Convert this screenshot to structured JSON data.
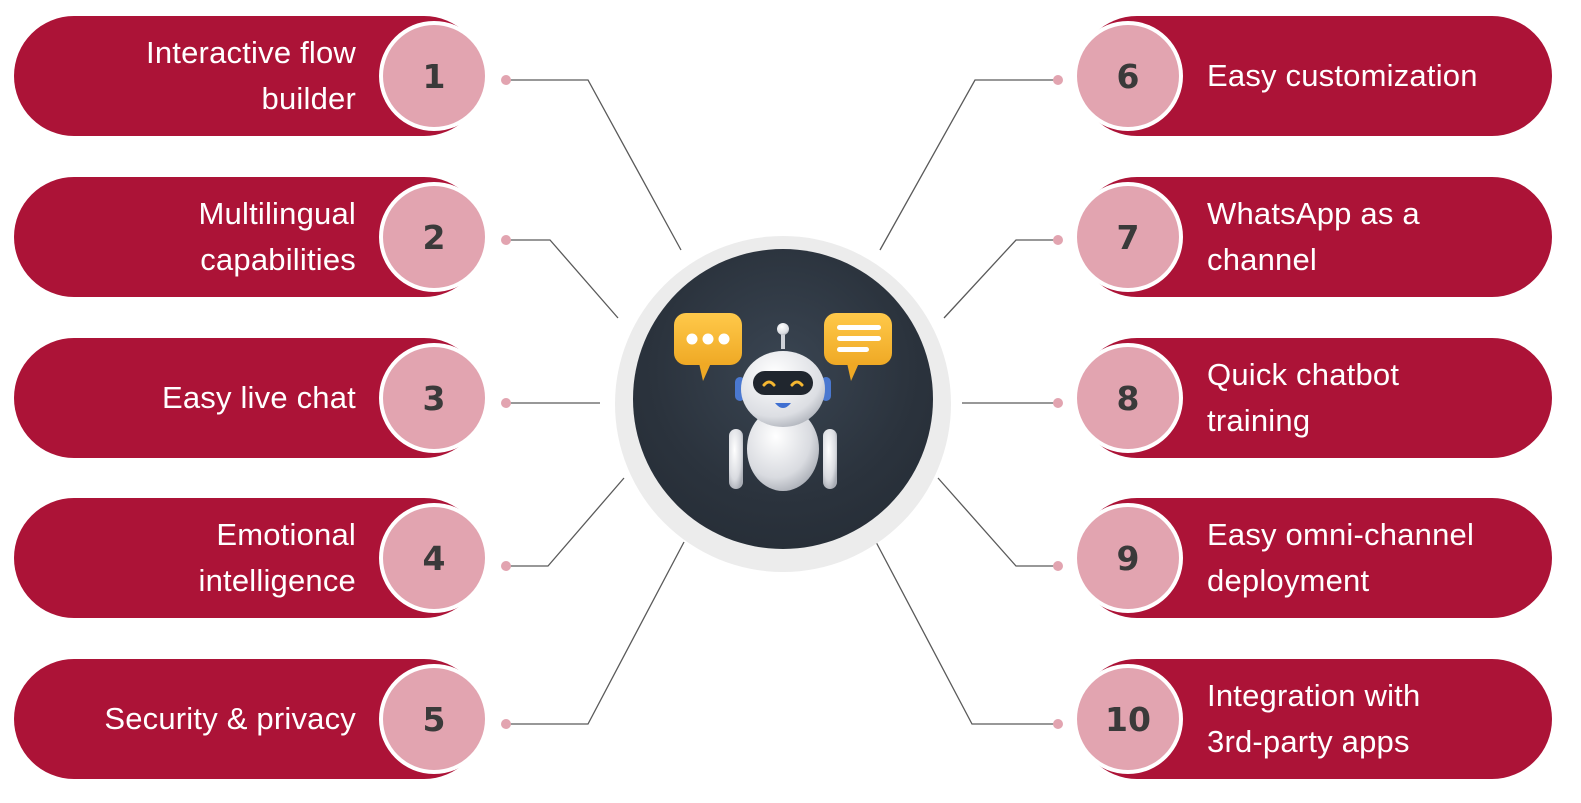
{
  "left_items": [
    {
      "number": "1",
      "label": "Interactive flow\nbuilder"
    },
    {
      "number": "2",
      "label": "Multilingual\ncapabilities"
    },
    {
      "number": "3",
      "label": "Easy live chat"
    },
    {
      "number": "4",
      "label": "Emotional\nintelligence"
    },
    {
      "number": "5",
      "label": "Security & privacy"
    }
  ],
  "right_items": [
    {
      "number": "6",
      "label": "Easy customization"
    },
    {
      "number": "7",
      "label": "WhatsApp as a\nchannel"
    },
    {
      "number": "8",
      "label": "Quick chatbot\ntraining"
    },
    {
      "number": "9",
      "label": "Easy omni-channel\ndeployment"
    },
    {
      "number": "10",
      "label": "Integration with\n3rd-party apps"
    }
  ],
  "center": {
    "icon": "chatbot-robot-icon"
  },
  "colors": {
    "pill": "#ac1337",
    "badge": "#e2a4b0",
    "badge_text": "#3a3a3a",
    "connector": "#5a5a5a",
    "center_bg": "#2b333d",
    "bubble": "#f5b731"
  }
}
